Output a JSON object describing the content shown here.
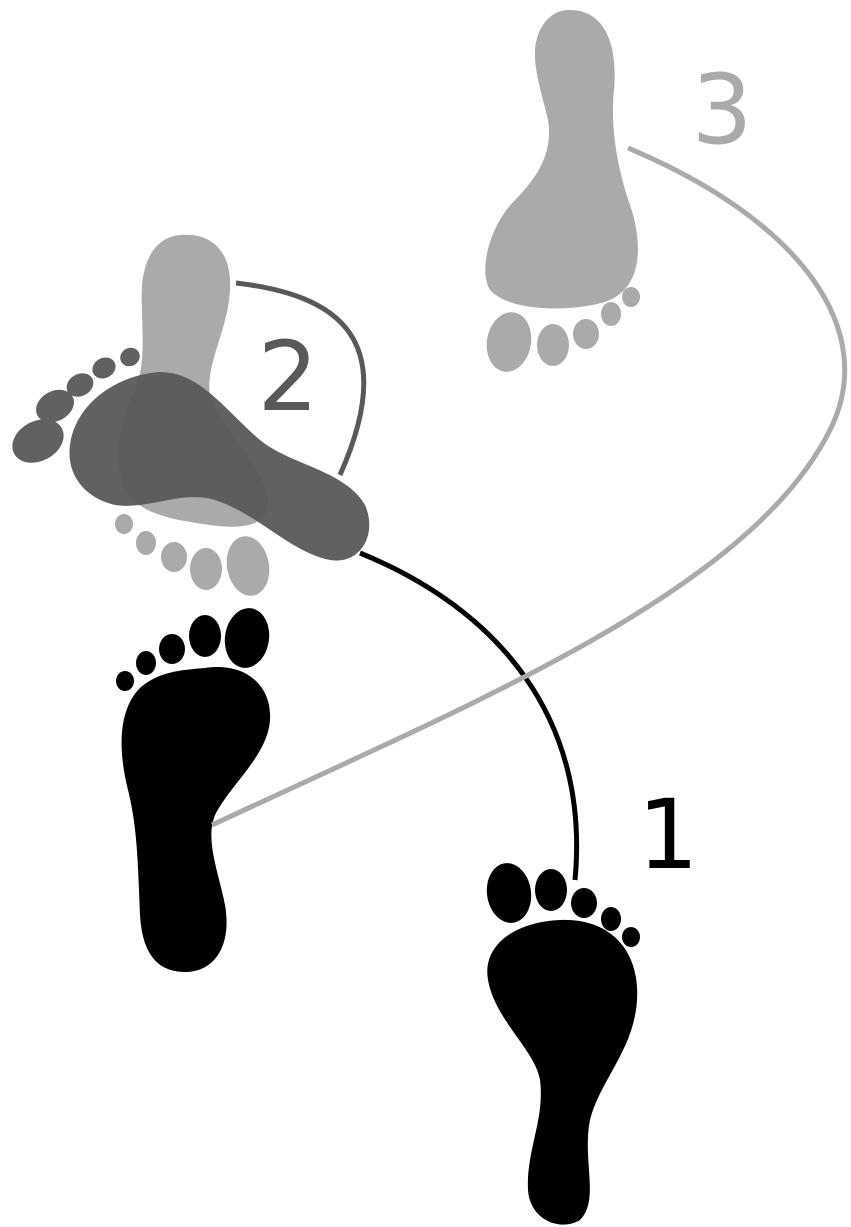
{
  "diagram": {
    "colors": {
      "step1": "#000000",
      "step2": "#595959",
      "step3": "#aaaaaa"
    },
    "steps": [
      {
        "label": "1"
      },
      {
        "label": "2"
      },
      {
        "label": "3"
      }
    ]
  }
}
